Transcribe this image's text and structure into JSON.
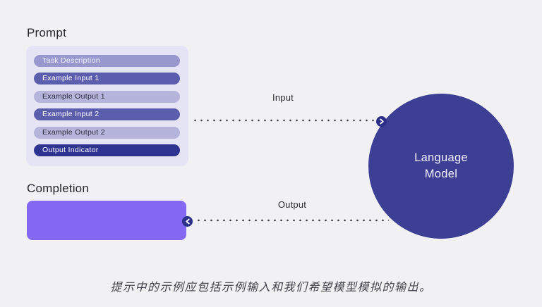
{
  "canvas": {
    "background": "#f1f0f2",
    "caption": "提示中的示例应包括示例输入和我们希望模型模拟的输出。"
  },
  "colors": {
    "panel": "#e5e4f5",
    "completion_block": "#8468f1",
    "model_circle": "#3d3f94",
    "connector_badge": "#2b2f88",
    "dot_pattern": "radial-gradient(circle, #3f3f46 1.1px, transparent 1.5px)",
    "heading_text": "#26262e",
    "caption_text": "#41414b"
  },
  "prompt_section": {
    "title": "Prompt",
    "pills": [
      {
        "label": "Task Description",
        "bg": "#9898ce",
        "fg": "#f4f4fb"
      },
      {
        "label": "Example Input 1",
        "bg": "#5b5eac",
        "fg": "#ffffff"
      },
      {
        "label": "Example Output 1",
        "bg": "#b5b4db",
        "fg": "#2c2c3c"
      },
      {
        "label": "Example Input 2",
        "bg": "#5b5eac",
        "fg": "#ffffff"
      },
      {
        "label": "Example Output 2",
        "bg": "#b5b4db",
        "fg": "#2c2c3c"
      },
      {
        "label": "Output Indicator",
        "bg": "#2e3290",
        "fg": "#ffffff"
      }
    ]
  },
  "completion_section": {
    "title": "Completion"
  },
  "connectors": {
    "input_label": "Input",
    "output_label": "Output",
    "input_arrow_icon": "chevron-right",
    "output_arrow_icon": "chevron-left"
  },
  "model_node": {
    "label": "Language Model"
  }
}
